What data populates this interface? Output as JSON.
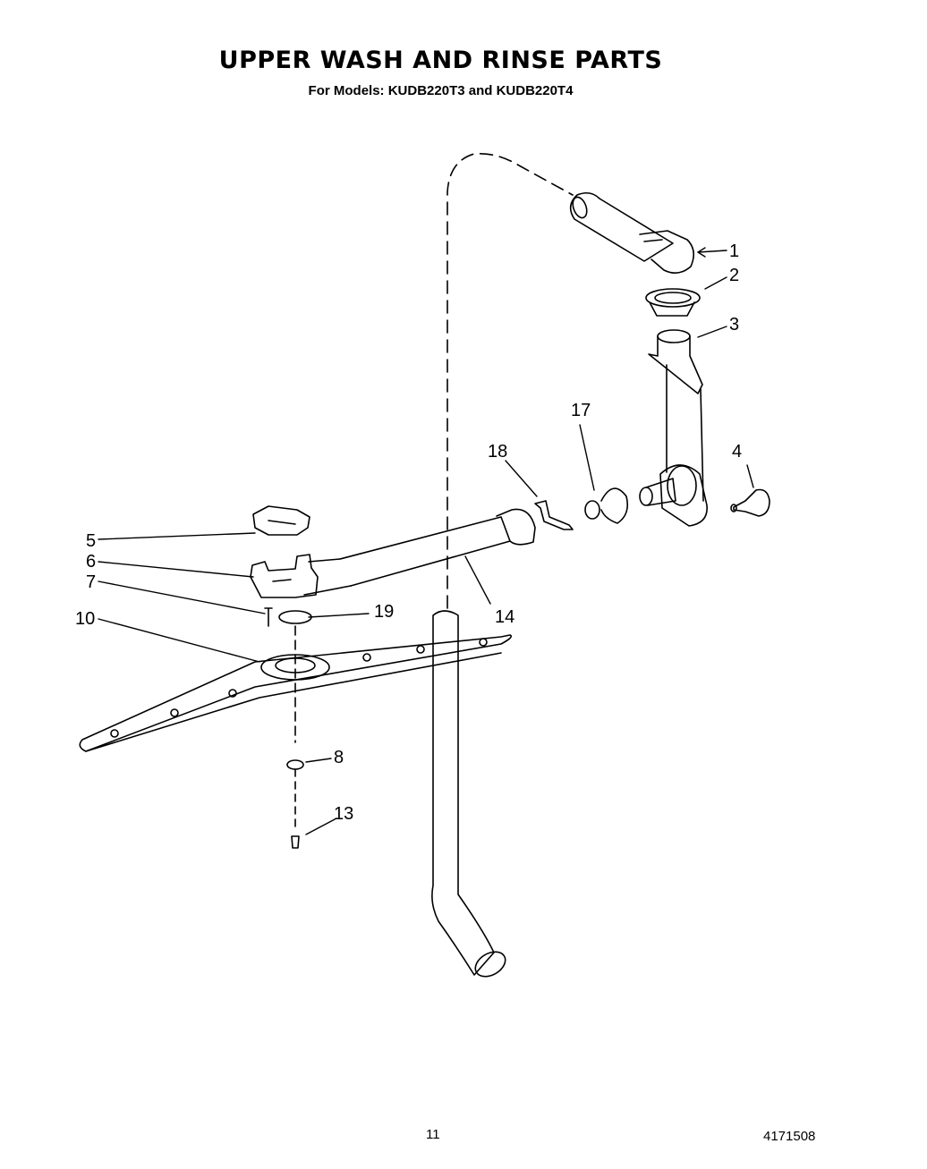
{
  "header": {
    "title": "UPPER WASH AND RINSE PARTS",
    "subtitle": "For Models: KUDB220T3 and KUDB220T4"
  },
  "footer": {
    "page_number": "11",
    "document_number": "4171508"
  },
  "callouts": [
    "1",
    "2",
    "3",
    "4",
    "5",
    "6",
    "7",
    "10",
    "17",
    "18",
    "19",
    "14",
    "8",
    "13"
  ]
}
